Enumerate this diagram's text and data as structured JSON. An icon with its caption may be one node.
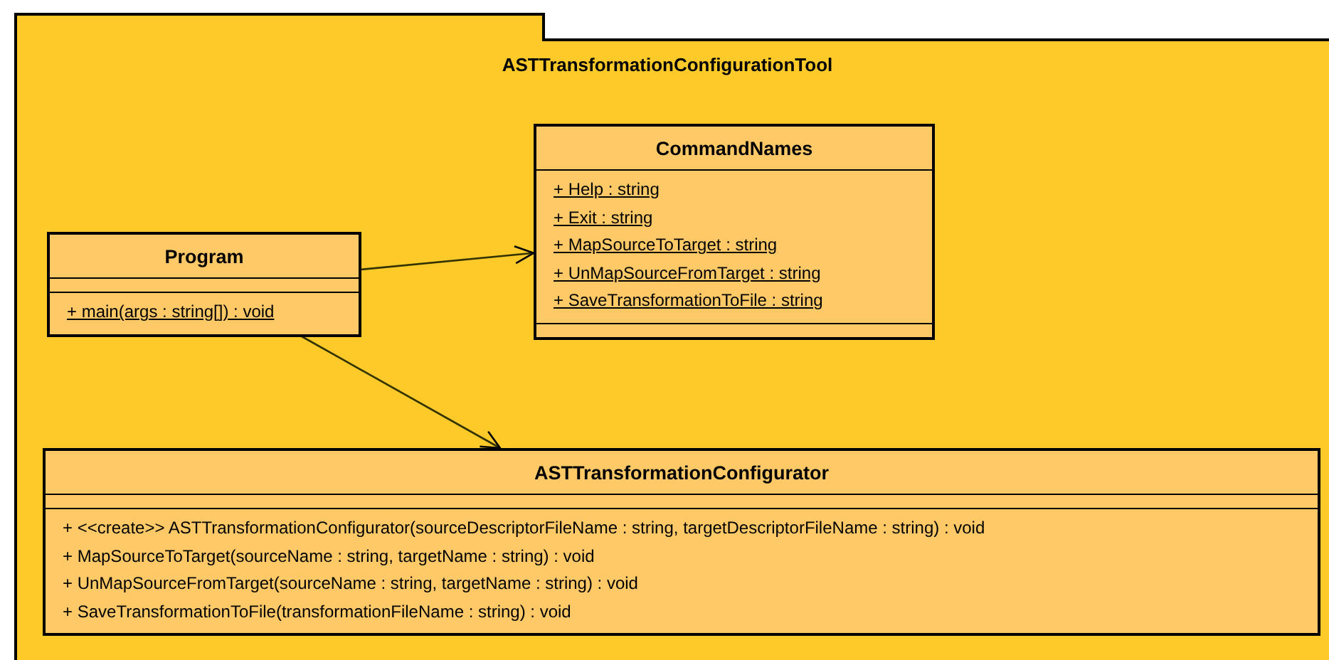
{
  "diagram": {
    "nodes": [
      {
        "text": [
          "ASTTransformationConfigurationTool"
        ]
      },
      {
        "text": [
          "Program",
          "+ main(args : string[]) : void"
        ],
        "in": 0
      },
      {
        "text": [
          "CommandNames",
          "+ Help : string",
          "+ Exit : string",
          "+ MapSourceToTarget : string",
          "+ UnMapSourceFromTarget : string",
          "+ SaveTransformationToFile : string"
        ],
        "in": 0
      },
      {
        "text": [
          "ASTTransformationConfigurator",
          "+ <<create>> ASTTransformationConfigurator(sourceDescriptorFileName : string, targetDescriptorFileName : string) : void",
          "+ MapSourceToTarget(sourceName : string, targetName : string) : void",
          "+ UnMapSourceFromTarget(sourceName : string, targetName : string) : void",
          "+ SaveTransformationToFile(transformationFileName : string) : void"
        ],
        "in": 0
      }
    ],
    "edges": [
      {
        "from": 1,
        "to": 2,
        "arrow": "to"
      },
      {
        "from": 1,
        "to": 3,
        "arrow": "to"
      }
    ]
  }
}
